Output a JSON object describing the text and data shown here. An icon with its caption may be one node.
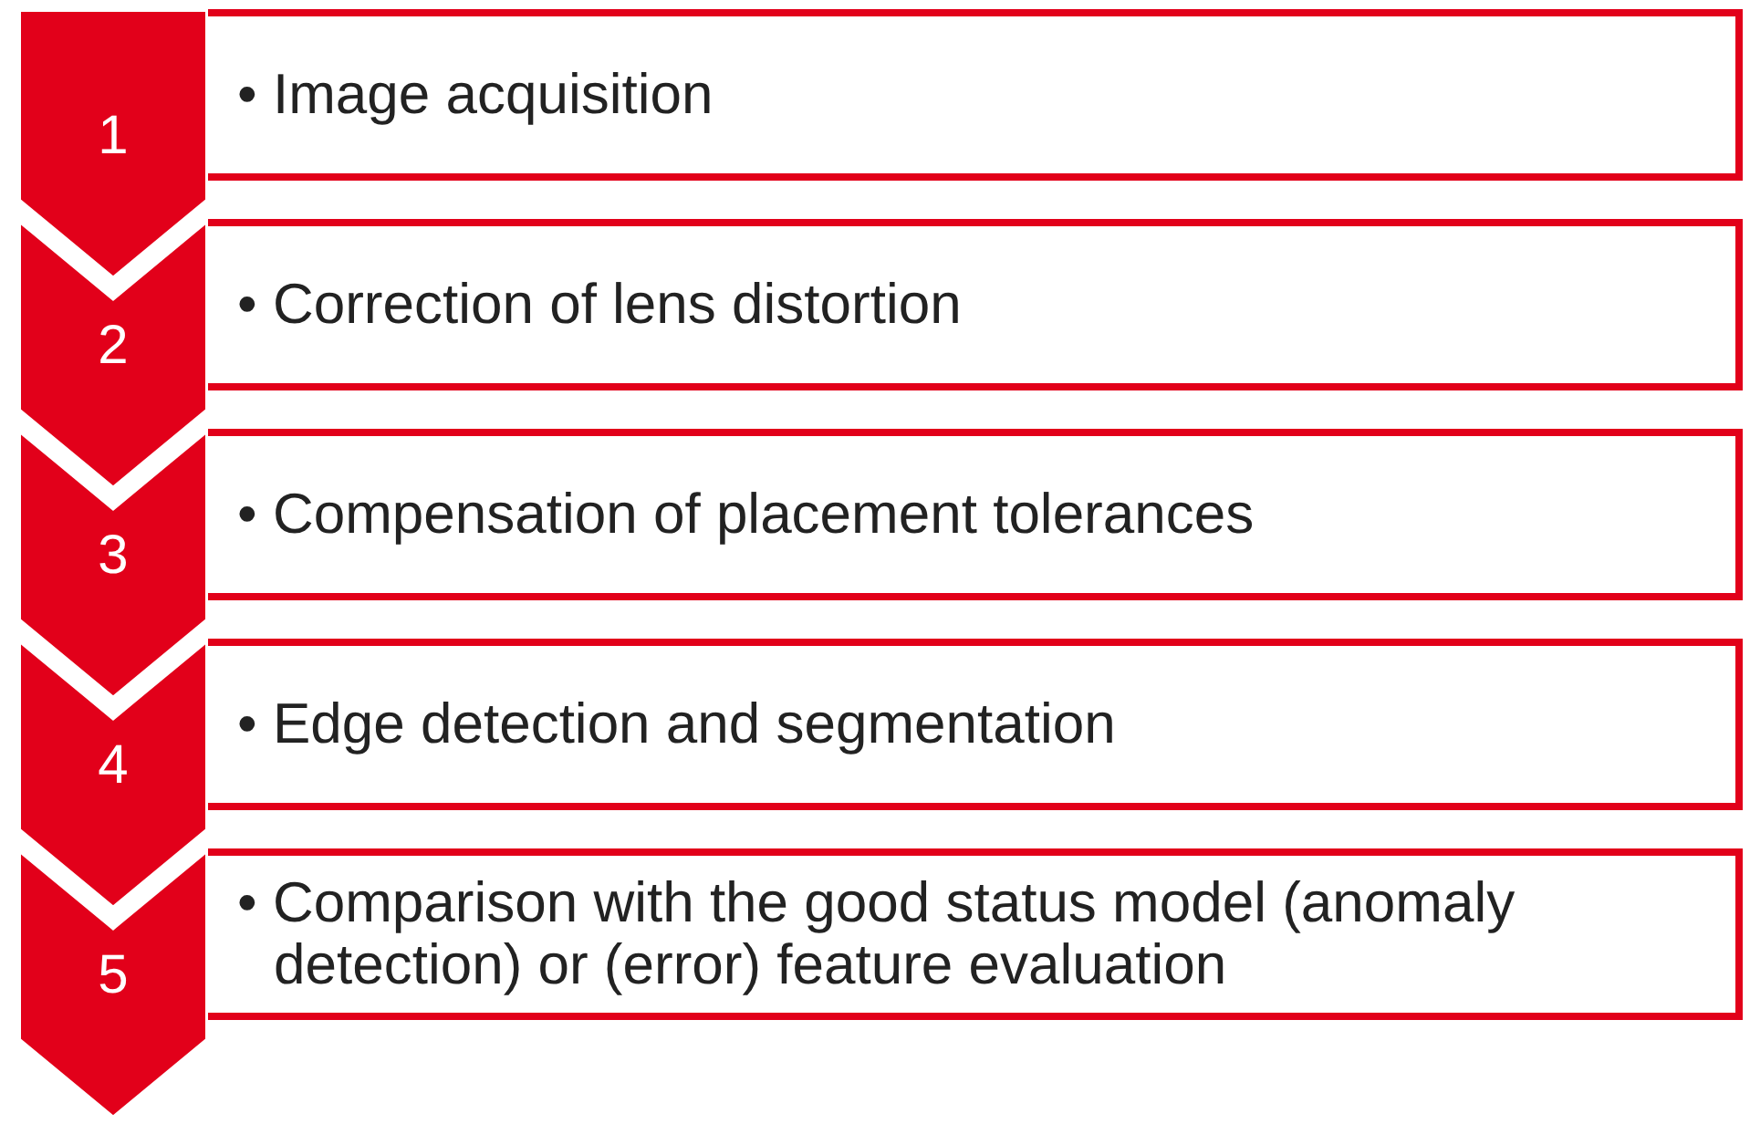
{
  "diagram": {
    "nodes": [
      {
        "text": [
          "1"
        ]
      },
      {
        "text": [
          "• Image acquisition"
        ]
      },
      {
        "text": [
          "2"
        ]
      },
      {
        "text": [
          "• Correction of lens distortion"
        ]
      },
      {
        "text": [
          "3"
        ]
      },
      {
        "text": [
          "• Compensation of placement tolerances"
        ]
      },
      {
        "text": [
          "4"
        ]
      },
      {
        "text": [
          "• Edge detection and segmentation"
        ]
      },
      {
        "text": [
          "5"
        ]
      },
      {
        "text": [
          "• Comparison with the good status model (anomaly detection) or (error) feature evaluation"
        ]
      }
    ],
    "edges": []
  }
}
